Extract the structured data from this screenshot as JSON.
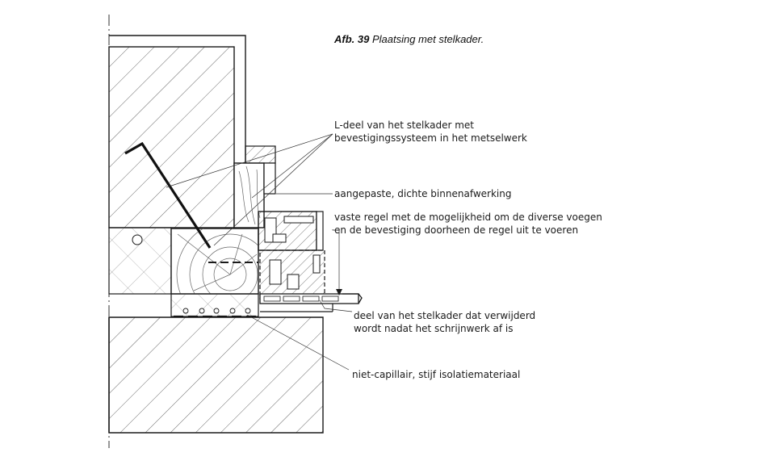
{
  "caption": {
    "number": "Afb. 39",
    "title": "Plaatsing met stelkader."
  },
  "labels": {
    "l_deel": [
      "L-deel van het stelkader met",
      "bevestigingssysteem in het metselwerk"
    ],
    "binnenafwerking": [
      "aangepaste, dichte binnenafwerking"
    ],
    "vaste_regel": [
      "vaste regel met de mogelijkheid om de diverse voegen",
      "en de bevestiging doorheen de regel uit te voeren"
    ],
    "deel_verwijderd": [
      "deel van het stelkader dat verwijderd",
      "wordt nadat het schrijnwerk af is"
    ],
    "isolatie": [
      "niet-capillair, stijf isolatiemateriaal"
    ]
  },
  "colors": {
    "line": "#1a1a1a",
    "hatch": "#555555",
    "background": "#ffffff"
  }
}
